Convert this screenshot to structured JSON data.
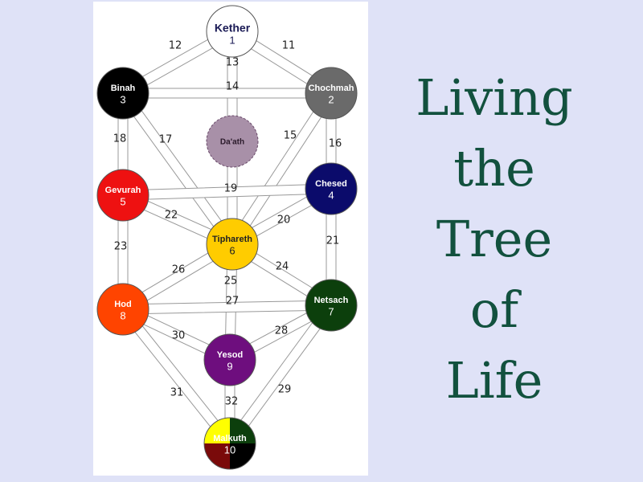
{
  "title": {
    "lines": [
      "Living",
      "the",
      "Tree",
      "of",
      "Life"
    ]
  },
  "colors": {
    "background": "#dfe2f7",
    "panel": "#ffffff",
    "path_stroke": "#999999",
    "title_text": "#12513e"
  },
  "sephirot": {
    "kether": {
      "name": "Kether",
      "number": "1",
      "fill": "#ffffff",
      "text": "#1a1a55"
    },
    "binah": {
      "name": "Binah",
      "number": "3",
      "fill": "#000000",
      "text": "#ffffff"
    },
    "chochmah": {
      "name": "Chochmah",
      "number": "2",
      "fill": "#6a6a6a",
      "text": "#ffffff"
    },
    "daath": {
      "name": "Da'ath",
      "number": "",
      "fill": "#a890a8",
      "text": "#2a1a2a"
    },
    "gevurah": {
      "name": "Gevurah",
      "number": "5",
      "fill": "#ee1111",
      "text": "#ffffff"
    },
    "chesed": {
      "name": "Chesed",
      "number": "4",
      "fill": "#0b0b6b",
      "text": "#ffffff"
    },
    "tiphareth": {
      "name": "Tiphareth",
      "number": "6",
      "fill": "#ffcc00",
      "text": "#222222"
    },
    "hod": {
      "name": "Hod",
      "number": "8",
      "fill": "#ff4400",
      "text": "#ffffff"
    },
    "netsach": {
      "name": "Netsach",
      "number": "7",
      "fill": "#0c3f0c",
      "text": "#ffffff"
    },
    "yesod": {
      "name": "Yesod",
      "number": "9",
      "fill": "#6e0e7e",
      "text": "#ffffff"
    },
    "malkuth": {
      "name": "Malkuth",
      "number": "10",
      "quarter_fills": [
        "#ffff00",
        "#0c3f0c",
        "#7a0a0a",
        "#000000"
      ],
      "text": "#ffffff"
    }
  },
  "paths": [
    {
      "number": "11",
      "from": "kether",
      "to": "chochmah"
    },
    {
      "number": "12",
      "from": "kether",
      "to": "binah"
    },
    {
      "number": "13",
      "from": "kether",
      "to": "tiphareth"
    },
    {
      "number": "14",
      "from": "binah",
      "to": "chochmah"
    },
    {
      "number": "15",
      "from": "chochmah",
      "to": "tiphareth"
    },
    {
      "number": "16",
      "from": "chochmah",
      "to": "chesed"
    },
    {
      "number": "17",
      "from": "binah",
      "to": "tiphareth"
    },
    {
      "number": "18",
      "from": "binah",
      "to": "gevurah"
    },
    {
      "number": "19",
      "from": "gevurah",
      "to": "chesed"
    },
    {
      "number": "20",
      "from": "chesed",
      "to": "tiphareth"
    },
    {
      "number": "21",
      "from": "chesed",
      "to": "netsach"
    },
    {
      "number": "22",
      "from": "gevurah",
      "to": "tiphareth"
    },
    {
      "number": "23",
      "from": "gevurah",
      "to": "hod"
    },
    {
      "number": "24",
      "from": "tiphareth",
      "to": "netsach"
    },
    {
      "number": "25",
      "from": "tiphareth",
      "to": "yesod"
    },
    {
      "number": "26",
      "from": "tiphareth",
      "to": "hod"
    },
    {
      "number": "27",
      "from": "hod",
      "to": "netsach"
    },
    {
      "number": "28",
      "from": "netsach",
      "to": "yesod"
    },
    {
      "number": "29",
      "from": "netsach",
      "to": "malkuth"
    },
    {
      "number": "30",
      "from": "hod",
      "to": "yesod"
    },
    {
      "number": "31",
      "from": "hod",
      "to": "malkuth"
    },
    {
      "number": "32",
      "from": "yesod",
      "to": "malkuth"
    }
  ]
}
